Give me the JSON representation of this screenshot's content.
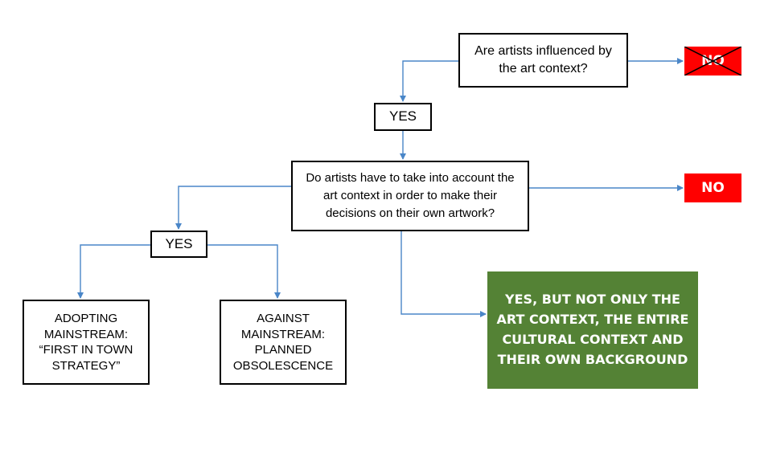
{
  "colors": {
    "connector": "#4A86C8",
    "no_fill": "#FF0000",
    "answer_fill": "#548235",
    "box_border": "#000000"
  },
  "question1": {
    "line1": "Are artists influenced by",
    "line2": "the art context?"
  },
  "no1": {
    "label": "NO",
    "crossed_out": true
  },
  "yes1": {
    "label": "YES"
  },
  "question2": {
    "line1": "Do artists have to take into account the",
    "line2": "art context in order to make their",
    "line3": "decisions on their own artwork?"
  },
  "no2": {
    "label": "NO"
  },
  "yes2": {
    "label": "YES"
  },
  "adopting": {
    "line1": "ADOPTING",
    "line2": "MAINSTREAM:",
    "line3": "“FIRST IN TOWN",
    "line4": "STRATEGY”"
  },
  "against": {
    "line1": "AGAINST",
    "line2": "MAINSTREAM:",
    "line3": "PLANNED",
    "line4": "OBSOLESCENCE"
  },
  "answer": {
    "line1": "YES, BUT NOT ONLY THE ART",
    "line2": "CONTEXT, THE ENTIRE",
    "line3": "CULTURAL CONTEXT AND",
    "line4": "THEIR OWN BACKGROUND"
  }
}
